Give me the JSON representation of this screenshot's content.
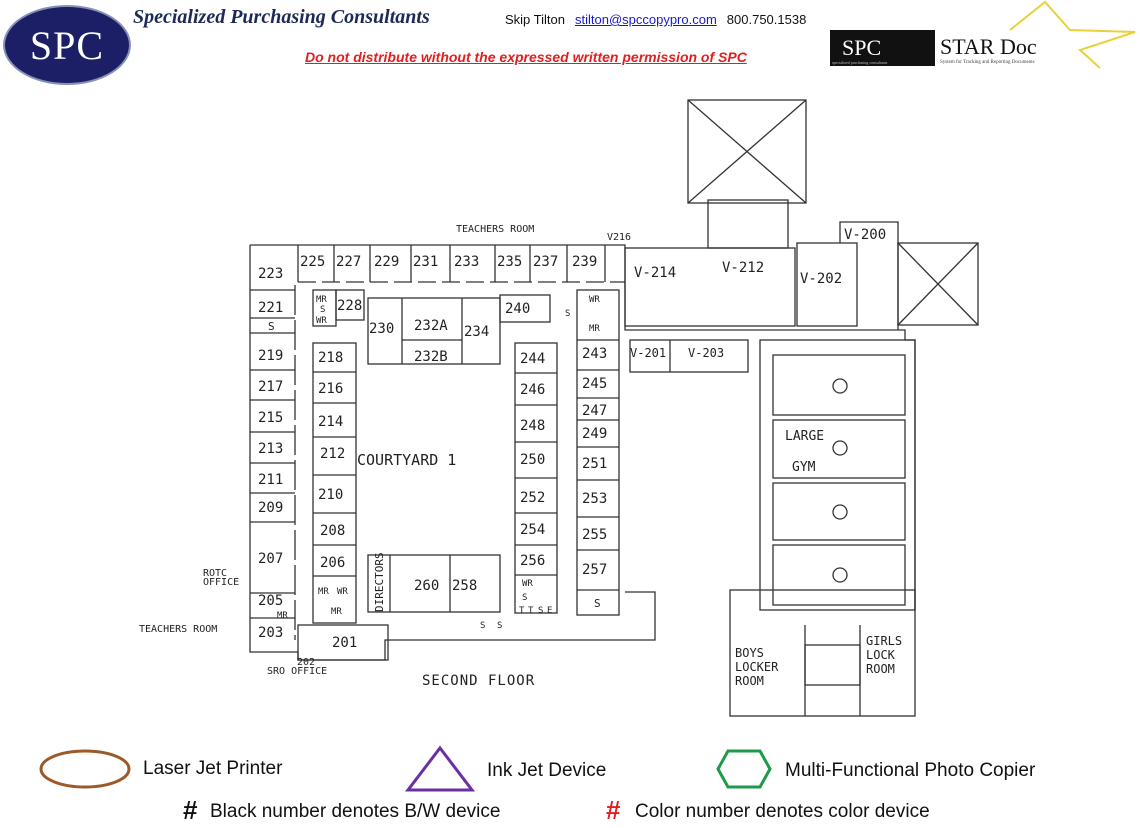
{
  "header": {
    "logo_text": "SPC",
    "company": "Specialized Purchasing Consultants",
    "contact_name": "Skip Tilton",
    "contact_email": "stilton@spccopypro.com",
    "contact_phone": "800.750.1538",
    "warning": "Do not distribute without the expressed written permission of SPC",
    "stardoc_logo": "SPC",
    "stardoc_title": "STAR Doc",
    "stardoc_sub1": "specialized purchasing consultants",
    "stardoc_sub2": "System for Tracking and Reporting Documents"
  },
  "plan": {
    "floor_title": "SECOND FLOOR",
    "courtyard": "COURTYARD 1",
    "directors": "DIRECTORS",
    "large_gym": [
      "LARGE",
      "GYM"
    ],
    "boys_locker": [
      "BOYS",
      "LOCKER",
      "ROOM"
    ],
    "girls_locker": [
      "GIRLS",
      "LOCK",
      "ROOM"
    ],
    "callouts": {
      "teachers_room_top": "TEACHERS ROOM",
      "v216": "V216",
      "rotc": [
        "ROTC",
        "OFFICE"
      ],
      "teachers_room_left": "TEACHERS ROOM",
      "sro_num": "202",
      "sro": "SRO OFFICE"
    },
    "rooms": [
      "223",
      "225",
      "227",
      "229",
      "231",
      "233",
      "235",
      "237",
      "239",
      "221",
      "S",
      "219",
      "217",
      "215",
      "213",
      "211",
      "209",
      "207",
      "205",
      "203",
      "218",
      "216",
      "214",
      "212",
      "210",
      "208",
      "206",
      "228",
      "230",
      "232A",
      "232B",
      "234",
      "240",
      "244",
      "246",
      "248",
      "250",
      "252",
      "254",
      "256",
      "243",
      "245",
      "247",
      "249",
      "251",
      "253",
      "255",
      "257",
      "S",
      "260",
      "258",
      "201",
      "V-214",
      "V-212",
      "V-202",
      "V-200",
      "V-201",
      "V-203",
      "MR",
      "S",
      "WR",
      "WR",
      "S",
      "MR",
      "MR",
      "WR",
      "MR",
      "WR",
      "S",
      "MR",
      "T",
      "T",
      "S",
      "E",
      "S",
      "S"
    ]
  },
  "legend": {
    "laser": "Laser Jet Printer",
    "inkjet": "Ink Jet Device",
    "mfp": "Multi-Functional Photo Copier",
    "hash": "#",
    "bw_note": "Black number denotes B/W device",
    "color_note": "Color number denotes color device",
    "colors": {
      "laser": "#9a5a2a",
      "inkjet": "#6a2fa0",
      "mfp": "#1e9a4a",
      "color_hash": "#e02020"
    }
  }
}
